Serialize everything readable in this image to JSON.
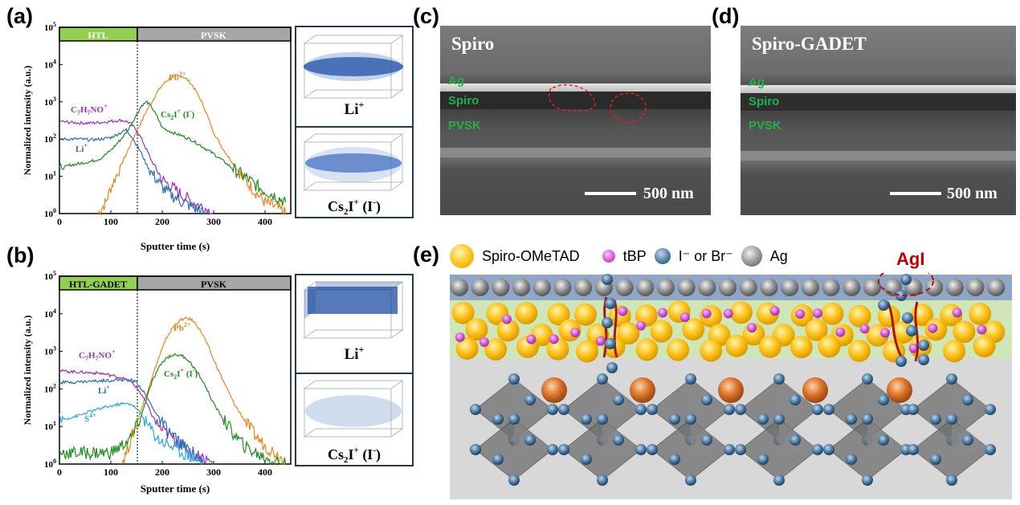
{
  "panel_labels": {
    "a": "(a)",
    "b": "(b)",
    "c": "(c)",
    "d": "(d)",
    "e": "(e)"
  },
  "tofsims": [
    {
      "id": "a",
      "bar_left": "HTL",
      "bar_right": "PVSK",
      "bar_left_color": "#92d050",
      "bar_right_color": "#a6a6a6",
      "xlabel": "Sputter time (s)",
      "ylabel": "Normalized intensity (a.u.)",
      "xticks": [
        "0",
        "100",
        "200",
        "300",
        "400"
      ],
      "yticks_exp": [
        "0",
        "1",
        "2",
        "3",
        "4",
        "5"
      ],
      "annotations": [
        {
          "base": "Pb",
          "sup": "2+",
          "color": "#e8841c"
        },
        {
          "base": "C₇H₇NO",
          "sup": "+",
          "color": "#9b30c0"
        },
        {
          "base": "Cs₂I",
          "sup": "+",
          "extra": " (I⁻)",
          "color": "#1e8c1e"
        },
        {
          "base": "Li",
          "sup": "+",
          "color": "#2a70b0"
        }
      ],
      "map_top_label": "Li⁺",
      "map_bottom_label": "Cs₂I⁺ (I⁻)"
    },
    {
      "id": "b",
      "bar_left": "HTL-GADET",
      "bar_right": "PVSK",
      "bar_left_color": "#92d050",
      "bar_right_color": "#a6a6a6",
      "xlabel": "Sputter time (s)",
      "ylabel": "Normalized intensity (a.u.)",
      "xticks": [
        "0",
        "100",
        "200",
        "300",
        "400"
      ],
      "yticks_exp": [
        "0",
        "1",
        "2",
        "3",
        "4",
        "5"
      ],
      "annotations": [
        {
          "base": "Pb",
          "sup": "2+",
          "color": "#e8841c"
        },
        {
          "base": "C₇H₇NO",
          "sup": "+",
          "color": "#9b30c0"
        },
        {
          "base": "Cs₂I",
          "sup": "+",
          "extra": " (I⁻)",
          "color": "#1e8c1e"
        },
        {
          "base": "Li",
          "sup": "+",
          "color": "#2a70b0"
        },
        {
          "base": "S",
          "sup": "4+",
          "color": "#2aa8e0"
        }
      ],
      "map_top_label": "Li⁺",
      "map_bottom_label": "Cs₂I⁺ (I⁻)"
    }
  ],
  "chart_data": [
    {
      "type": "line",
      "title": "",
      "xlabel": "Sputter time (s)",
      "ylabel": "Normalized intensity (a.u.)",
      "xlim": [
        0,
        450
      ],
      "ylim": [
        1,
        100000
      ],
      "yscale": "log",
      "series": [
        {
          "name": "Pb2+",
          "color": "#e8841c",
          "x": [
            75,
            90,
            100,
            110,
            120,
            130,
            140,
            150,
            160,
            170,
            180,
            190,
            200,
            210,
            220,
            230,
            240,
            250,
            260,
            270,
            280,
            290,
            300,
            320,
            340,
            360,
            380,
            400,
            420,
            440
          ],
          "values": [
            1,
            2,
            5,
            10,
            20,
            40,
            80,
            160,
            300,
            600,
            1000,
            1800,
            2800,
            3800,
            4600,
            5000,
            4800,
            3800,
            2600,
            1500,
            800,
            350,
            150,
            50,
            20,
            8,
            4,
            2,
            1.5,
            1
          ]
        },
        {
          "name": "C7H7NO+",
          "color": "#9b30c0",
          "x": [
            0,
            20,
            40,
            60,
            80,
            100,
            120,
            130,
            140,
            150,
            160,
            170,
            180,
            190,
            200,
            220,
            240,
            260,
            280,
            300
          ],
          "values": [
            300,
            280,
            270,
            270,
            280,
            300,
            320,
            300,
            250,
            170,
            100,
            50,
            25,
            15,
            8,
            5,
            3,
            2,
            1.5,
            1
          ]
        },
        {
          "name": "Cs2I+ (I-)",
          "color": "#1e8c1e",
          "x": [
            0,
            20,
            40,
            60,
            80,
            100,
            120,
            130,
            140,
            150,
            160,
            170,
            180,
            190,
            200,
            220,
            240,
            260,
            280,
            300,
            320,
            340,
            360,
            380,
            400,
            420,
            440
          ],
          "values": [
            15,
            20,
            22,
            25,
            30,
            50,
            100,
            150,
            250,
            450,
            800,
            1000,
            700,
            400,
            200,
            150,
            120,
            90,
            60,
            40,
            25,
            15,
            10,
            6,
            4,
            3,
            2
          ]
        },
        {
          "name": "Li+",
          "color": "#2a70b0",
          "x": [
            0,
            20,
            40,
            60,
            80,
            100,
            120,
            130,
            140,
            150,
            160,
            170,
            180,
            190,
            200,
            220,
            240,
            260,
            280
          ],
          "values": [
            100,
            100,
            100,
            95,
            100,
            110,
            150,
            180,
            120,
            70,
            40,
            20,
            12,
            8,
            5,
            3,
            2,
            1.5,
            1
          ]
        }
      ]
    },
    {
      "type": "line",
      "title": "",
      "xlabel": "Sputter time (s)",
      "ylabel": "Normalized intensity (a.u.)",
      "xlim": [
        0,
        450
      ],
      "ylim": [
        1,
        100000
      ],
      "yscale": "log",
      "series": [
        {
          "name": "Pb2+",
          "color": "#e8841c",
          "x": [
            120,
            130,
            140,
            150,
            160,
            170,
            180,
            190,
            200,
            210,
            220,
            230,
            240,
            250,
            260,
            270,
            280,
            290,
            300,
            320,
            340,
            360,
            380,
            400,
            420,
            440
          ],
          "values": [
            1,
            2,
            5,
            12,
            30,
            80,
            200,
            500,
            1200,
            2500,
            4200,
            6000,
            7200,
            7500,
            6500,
            4500,
            2600,
            1300,
            600,
            150,
            40,
            15,
            6,
            3,
            2,
            1.2
          ]
        },
        {
          "name": "C7H7NO+",
          "color": "#9b30c0",
          "x": [
            0,
            20,
            40,
            60,
            80,
            100,
            120,
            140,
            150,
            160,
            170,
            180,
            190,
            200,
            220,
            240,
            260,
            280,
            300
          ],
          "values": [
            300,
            290,
            280,
            270,
            260,
            230,
            200,
            150,
            110,
            70,
            40,
            20,
            12,
            8,
            5,
            3,
            2,
            1.5,
            1
          ]
        },
        {
          "name": "Cs2I+ (I-)",
          "color": "#1e8c1e",
          "x": [
            0,
            20,
            40,
            60,
            80,
            100,
            120,
            140,
            150,
            160,
            170,
            180,
            190,
            200,
            210,
            220,
            230,
            240,
            250,
            260,
            270,
            280,
            290,
            300,
            320,
            340,
            360,
            380,
            400,
            420,
            440
          ],
          "values": [
            2,
            2,
            2,
            2,
            2,
            2,
            3,
            5,
            10,
            20,
            60,
            150,
            300,
            500,
            700,
            800,
            800,
            750,
            600,
            400,
            250,
            150,
            80,
            40,
            15,
            6,
            3,
            2,
            1.5,
            1.2,
            1
          ]
        },
        {
          "name": "Li+",
          "color": "#2a70b0",
          "x": [
            0,
            20,
            40,
            60,
            80,
            100,
            120,
            140,
            150,
            160,
            170,
            180,
            190,
            200,
            220,
            240,
            260,
            280
          ],
          "values": [
            150,
            150,
            155,
            160,
            165,
            170,
            175,
            170,
            150,
            100,
            60,
            35,
            20,
            12,
            6,
            3,
            2,
            1
          ]
        },
        {
          "name": "S4+",
          "color": "#2aa8e0",
          "x": [
            0,
            20,
            40,
            60,
            80,
            100,
            120,
            140,
            150,
            160,
            170,
            180,
            190,
            200,
            220,
            240,
            260,
            280
          ],
          "values": [
            15,
            17,
            20,
            25,
            30,
            35,
            40,
            40,
            30,
            20,
            12,
            8,
            5,
            4,
            3,
            2,
            1.5,
            1
          ]
        }
      ]
    }
  ],
  "sem": [
    {
      "id": "c",
      "title": "Spiro",
      "layers": [
        "Ag",
        "Spiro",
        "PVSK"
      ],
      "scale": "500 nm"
    },
    {
      "id": "d",
      "title": "Spiro-GADET",
      "layers": [
        "Ag",
        "Spiro",
        "PVSK"
      ],
      "scale": "500 nm"
    }
  ],
  "schematic": {
    "legend": [
      {
        "label": "Spiro-OMeTAD",
        "icon": "yellow-sphere-icon",
        "color": "#ffc21a"
      },
      {
        "label": "tBP",
        "icon": "magenta-sphere-icon",
        "color": "#d055d6"
      },
      {
        "label": "I⁻ or Br⁻",
        "icon": "blue-sphere-icon",
        "color": "#4a78a0"
      },
      {
        "label": "Ag",
        "icon": "gray-sphere-icon",
        "color": "#8c8c8c"
      }
    ],
    "annotation": "AgI",
    "annotation_color": "#c00000"
  }
}
